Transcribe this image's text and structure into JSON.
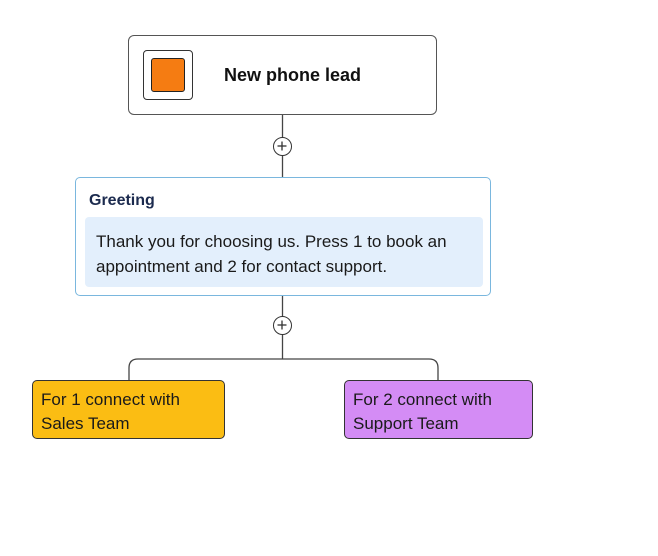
{
  "trigger": {
    "title": "New phone lead",
    "icon": "phone-lead-icon",
    "icon_color": "#f57c12"
  },
  "greeting": {
    "title": "Greeting",
    "message": "Thank you for choosing us. Press 1 to book an appointment and 2 for contact support.",
    "message_bg": "#e3effc",
    "border_color": "#7ab7de"
  },
  "add_buttons": [
    {
      "icon": "plus-icon"
    },
    {
      "icon": "plus-icon"
    }
  ],
  "branches": [
    {
      "label_line1": "For 1 connect with",
      "label_line2": "Sales Team",
      "color": "#fbbd13"
    },
    {
      "label_line1": "For 2 connect with",
      "label_line2": "Support Team",
      "color": "#d48cf5"
    }
  ]
}
